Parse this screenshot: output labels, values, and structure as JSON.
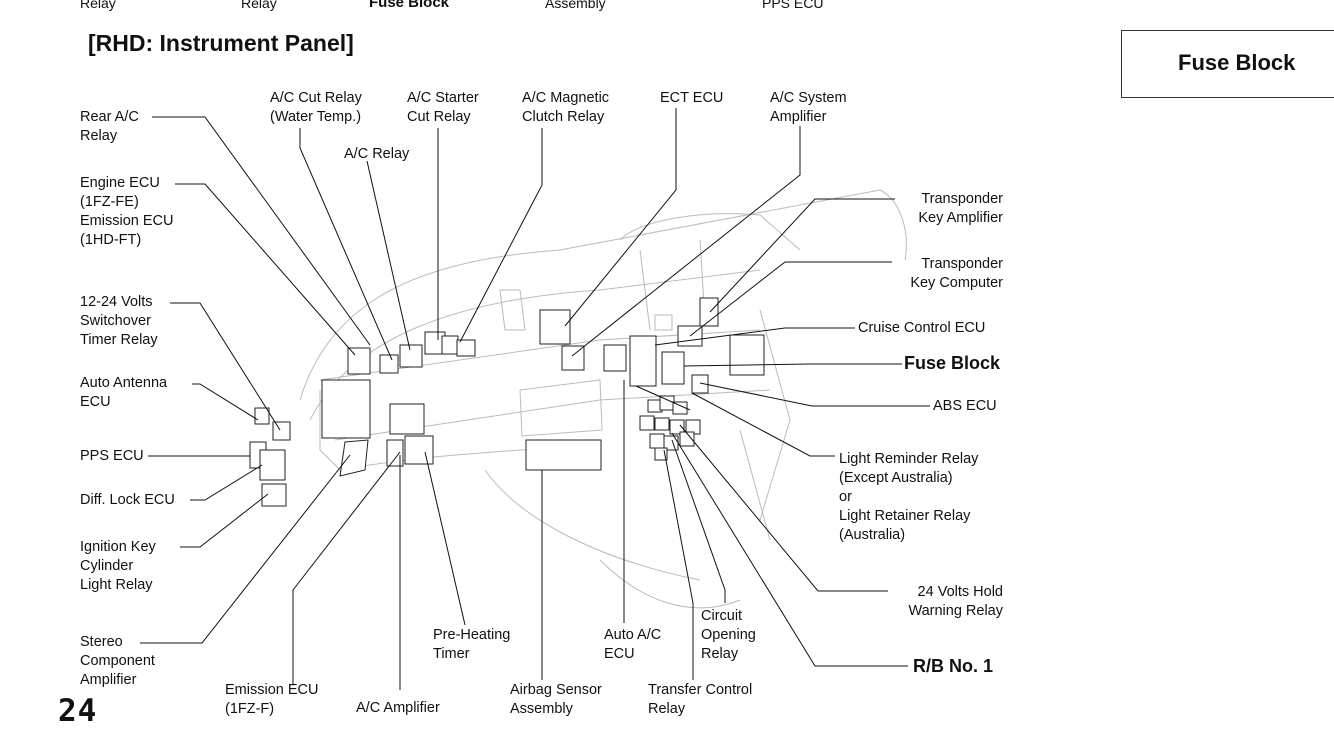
{
  "top_row": [
    {
      "text": "Relay"
    },
    {
      "text": "Relay"
    },
    {
      "text": "Fuse Block"
    },
    {
      "text": "Assembly"
    },
    {
      "text": "PPS ECU"
    }
  ],
  "title": "[RHD: Instrument Panel]",
  "side_tab": "Fuse Block",
  "page_number": "24",
  "labels": {
    "rear_ac": "Rear A/C\nRelay",
    "engine_ecu": "Engine ECU\n(1FZ-FE)\nEmission ECU\n(1HD-FT)",
    "switchover": "12-24 Volts\nSwitchover\nTimer Relay",
    "antenna": "Auto Antenna\nECU",
    "pps": "PPS ECU",
    "diff": "Diff. Lock ECU",
    "ignition": "Ignition Key\nCylinder\nLight Relay",
    "stereo": "Stereo\nComponent\nAmplifier",
    "emission_f": "Emission ECU\n(1FZ-F)",
    "ac_amp": "A/C Amplifier",
    "preheat": "Pre-Heating\nTimer",
    "airbag": "Airbag Sensor\nAssembly",
    "auto_ac": "Auto A/C\nECU",
    "transfer": "Transfer Control\nRelay",
    "circuit": "Circuit\nOpening\nRelay",
    "ac_cut": "A/C Cut Relay\n(Water Temp.)",
    "ac_relay": "A/C Relay",
    "ac_starter": "A/C Starter\nCut Relay",
    "ac_magnetic": "A/C Magnetic\nClutch Relay",
    "ect": "ECT ECU",
    "ac_system": "A/C System\nAmplifier",
    "transp_amp": "Transponder\nKey Amplifier",
    "transp_comp": "Transponder\nKey Computer",
    "cruise": "Cruise Control ECU",
    "fuse_block": "Fuse Block",
    "abs": "ABS ECU",
    "light_rem": "Light Reminder Relay\n(Except Australia)\nor\nLight Retainer Relay\n(Australia)",
    "hold": "24 Volts Hold\nWarning Relay",
    "rb1": "R/B No. 1"
  }
}
